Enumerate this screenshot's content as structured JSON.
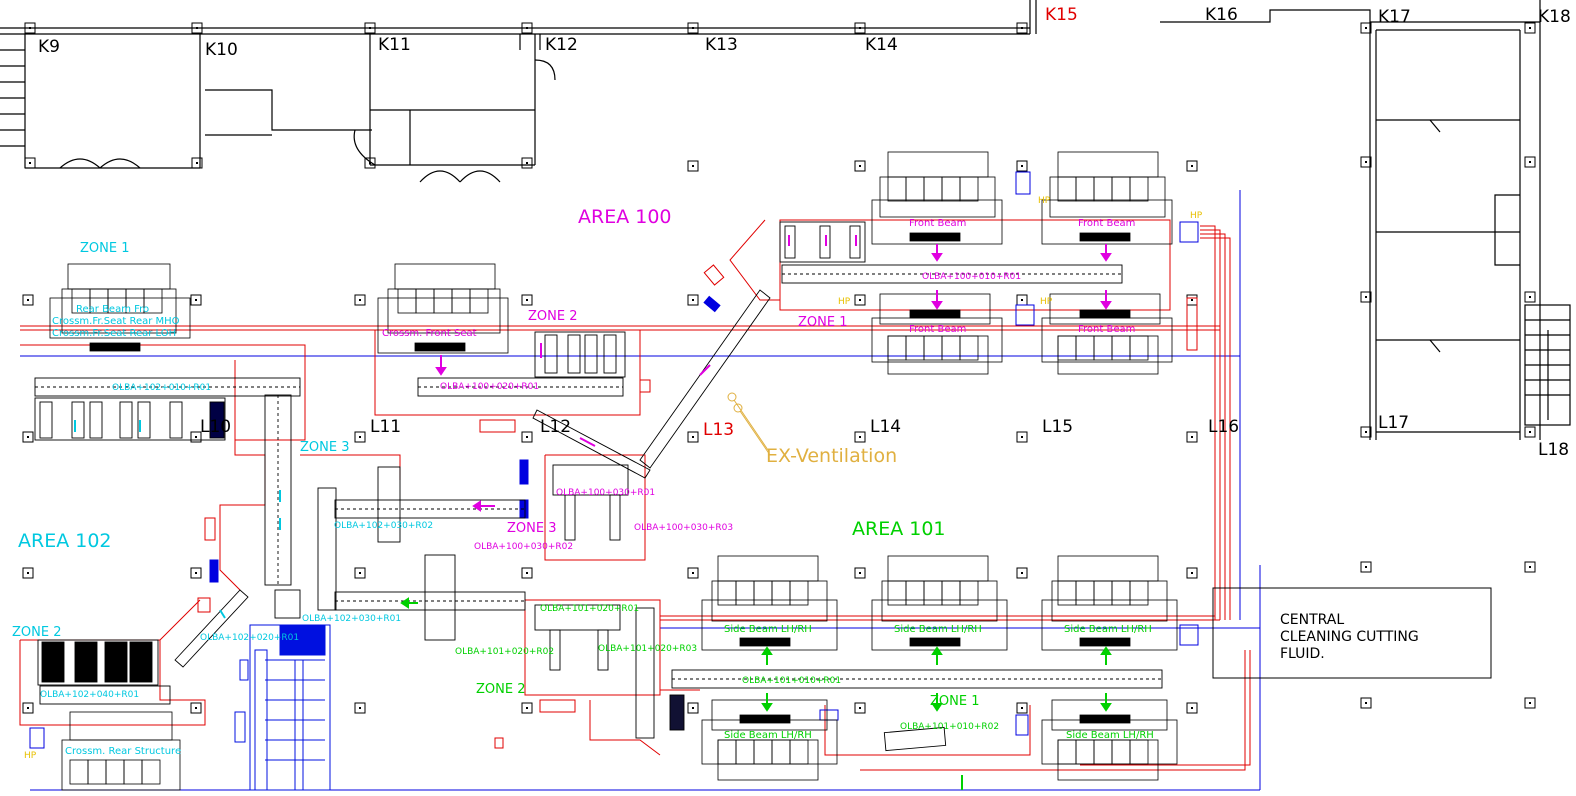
{
  "colors": {
    "wall": "#000000",
    "area_label": "#e000e0",
    "zone_cyan": "#00c8e0",
    "zone_green": "#00d000",
    "red_line": "#e00000",
    "blue_line": "#0000e0",
    "yellow": "#e8c000",
    "vent": "#e0b040",
    "machine_blue": "#0010e0"
  },
  "grid": {
    "k_labels": [
      "K9",
      "K10",
      "K11",
      "K12",
      "K13",
      "K14",
      "K15",
      "K16",
      "K17",
      "K18"
    ],
    "l_labels": [
      "L10",
      "L11",
      "L12",
      "L13",
      "L14",
      "L15",
      "L16",
      "L17",
      "L18"
    ]
  },
  "areas": [
    {
      "id": "area100",
      "label": "AREA 100"
    },
    {
      "id": "area101",
      "label": "AREA 101"
    },
    {
      "id": "area102",
      "label": "AREA 102"
    }
  ],
  "zones": {
    "a102_z1": "ZONE 1",
    "a102_z2": "ZONE 2",
    "a102_z3": "ZONE 3",
    "a100_z1": "ZONE 1",
    "a100_z2": "ZONE 2",
    "a100_z3": "ZONE 3",
    "a101_z1": "ZONE 1",
    "a101_z2": "ZONE 2"
  },
  "machines": {
    "rear_beam": "Rear Beam Fro",
    "crossm_seat_1": "Crossm.Fr.Seat Rear MHO",
    "crossm_seat_2": "Crossm.Fr.Seat Rear LOH",
    "crossm_front_seat": "Crossm. Front Seat",
    "crossm_rear_structure": "Crossm. Rear Structure",
    "front_beam_1": "Front Beam",
    "front_beam_2": "Front Beam",
    "front_beam_3": "Front Beam",
    "front_beam_4": "Front Beam",
    "side_beam_1": "Side Beam LH/RH",
    "side_beam_2": "Side Beam LH/RH",
    "side_beam_3": "Side Beam LH/RH",
    "side_beam_4": "Side Beam LH/RH",
    "side_beam_5": "Side Beam LH/RH"
  },
  "lines": {
    "olba_102_010": "OLBA+102+010+R01",
    "olba_102_020": "OLBA+102+020+R01",
    "olba_102_030_r02": "OLBA+102+030+R02",
    "olba_102_030_r01": "OLBA+102+030+R01",
    "olba_102_040": "OLBA+102+040+R01",
    "olba_100_020": "OLBA+100+020+R01",
    "olba_100_010": "OLBA+100+010+R01",
    "olba_100_030_r01": "OLBA+100+030+R01",
    "olba_100_030_r02": "OLBA+100+030+R02",
    "olba_100_030_r03": "OLBA+100+030+R03",
    "olba_101_020_r01": "OLBA+101+020+R01",
    "olba_101_020_r02": "OLBA+101+020+R02",
    "olba_101_020_r03": "OLBA+101+020+R03",
    "olba_101_010_r01": "OLBA+101+010+R01",
    "olba_101_010_r02": "OLBA+101+010+R02"
  },
  "ventilation": "EX-Ventilation",
  "central_fluid": {
    "line1": "CENTRAL",
    "line2": "CLEANING CUTTING",
    "line3": "FLUID."
  },
  "hp_marker": "HP"
}
